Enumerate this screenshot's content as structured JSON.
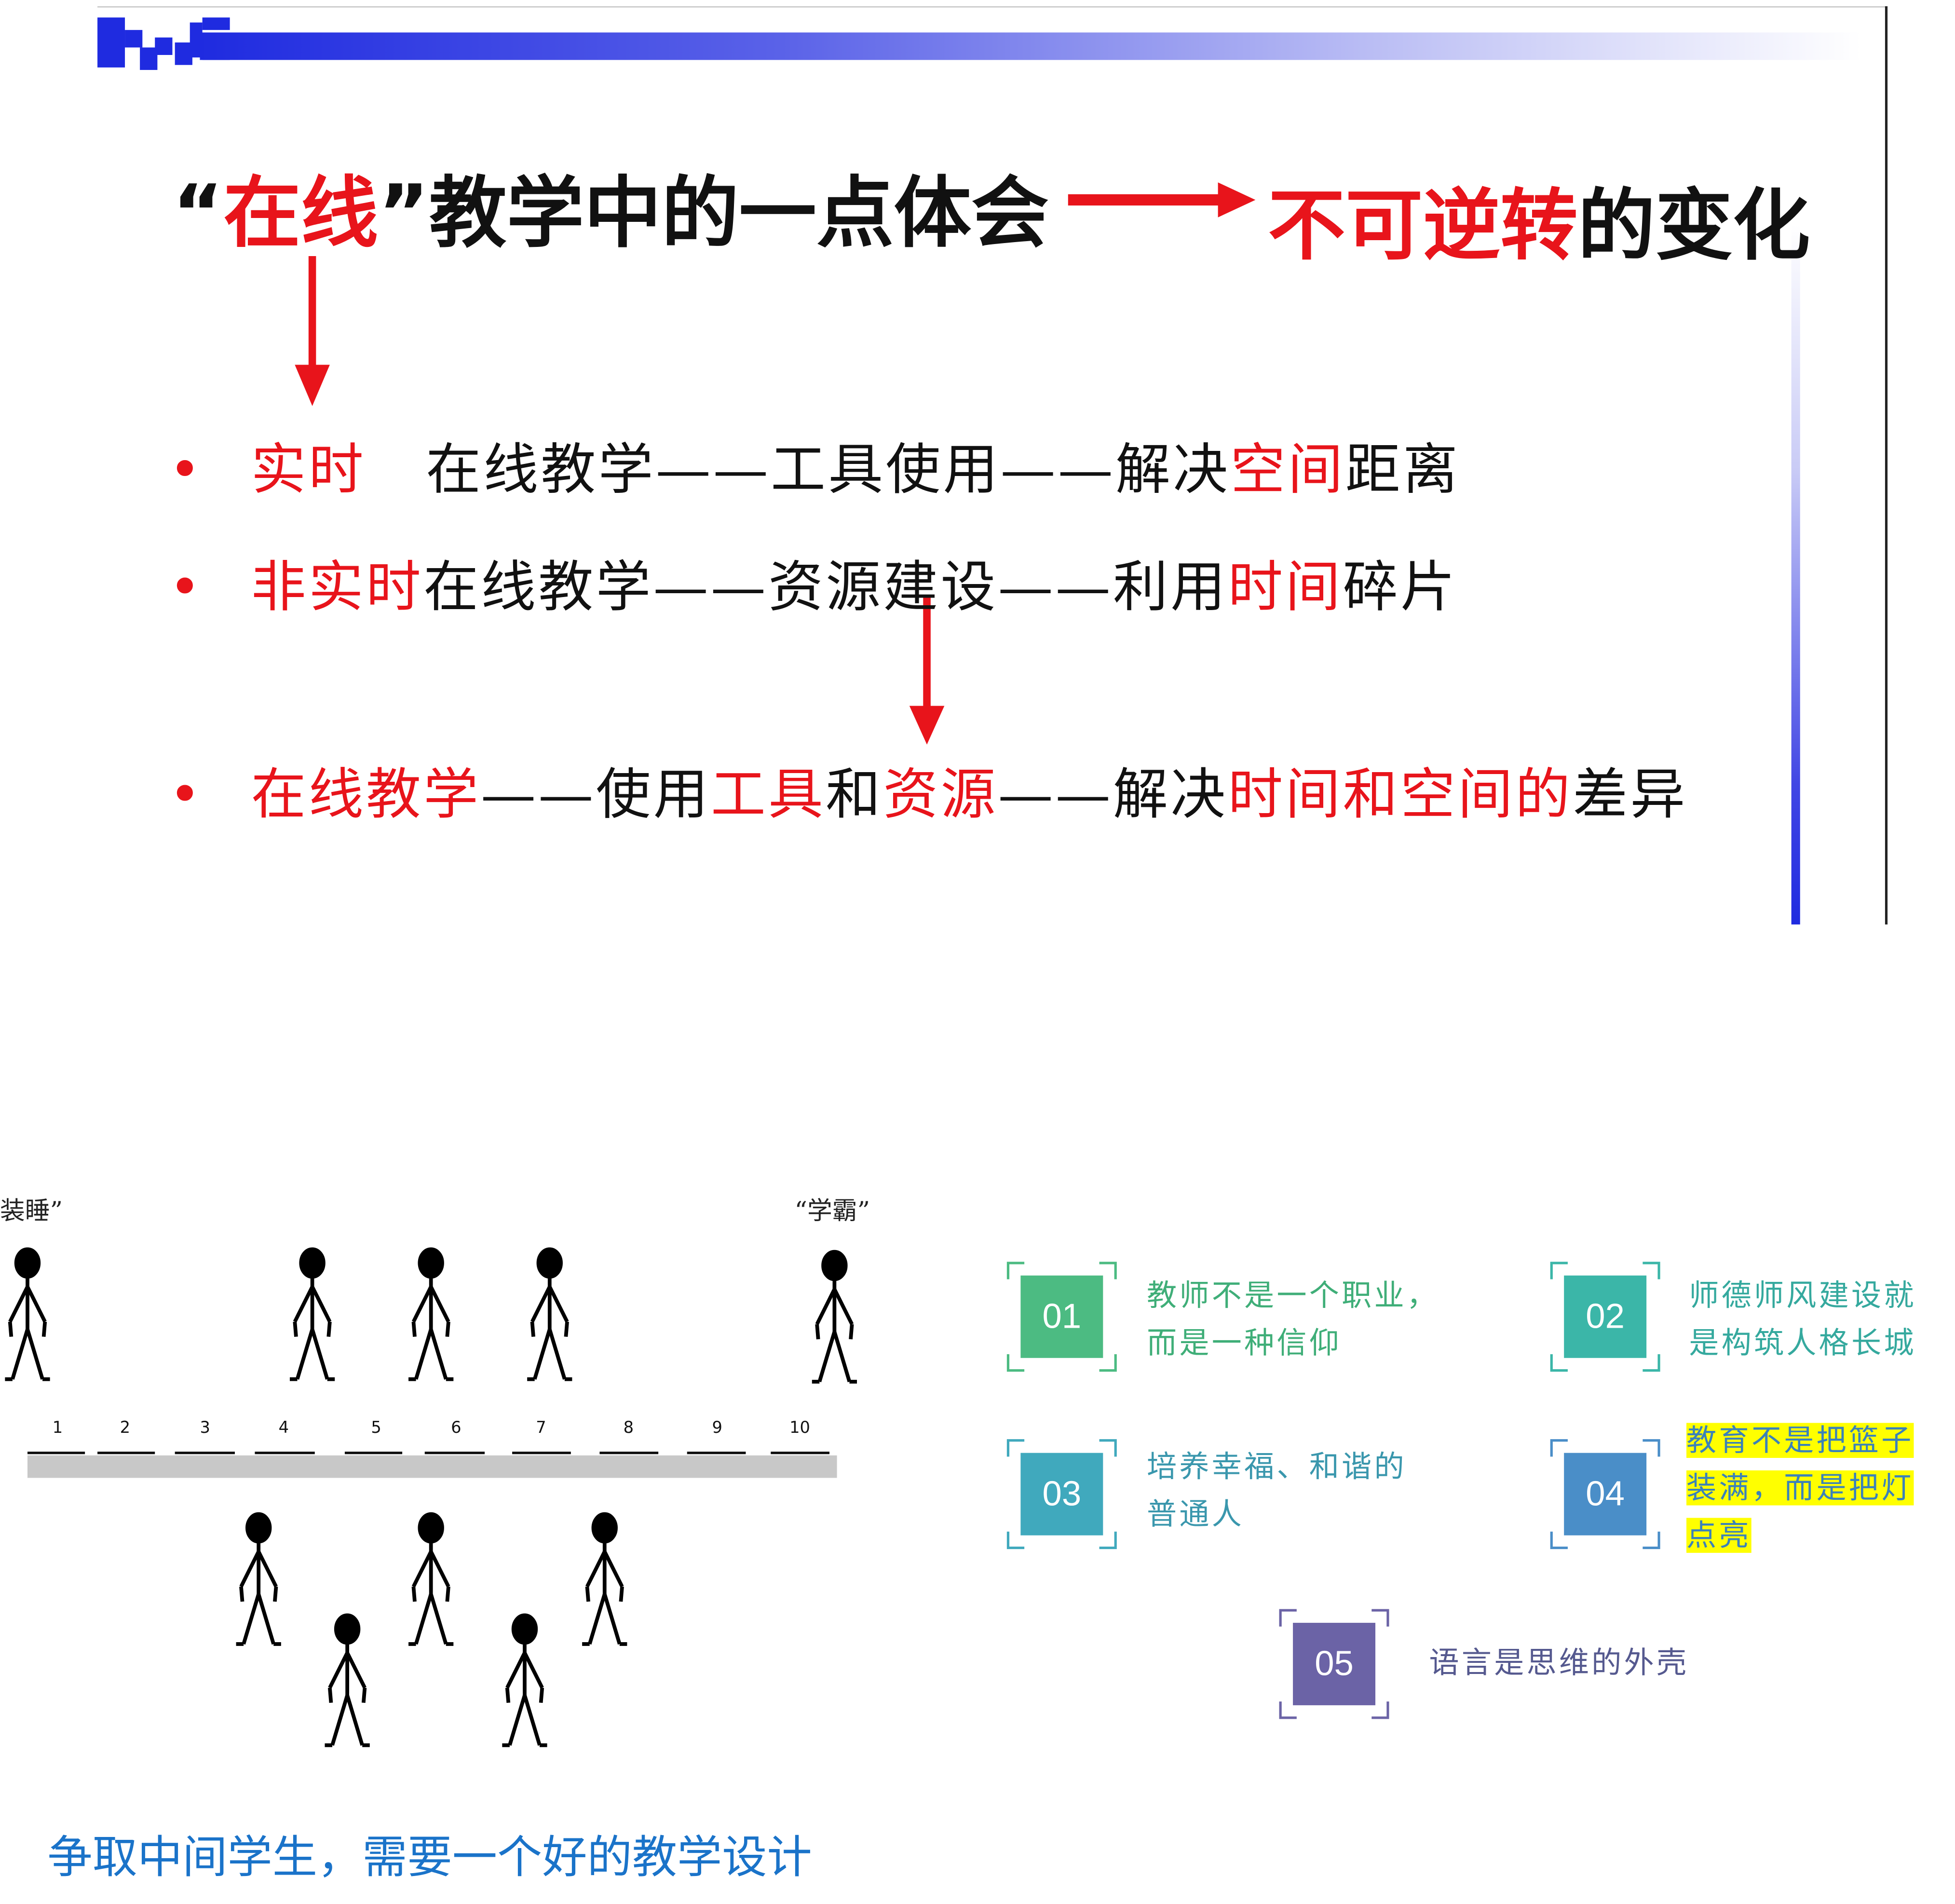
{
  "top_slide": {
    "title_quote_open": "“",
    "title_red": "在线",
    "title_quote_close": "”",
    "title_rest": "教学中的一点体会",
    "result_red": "不可逆转",
    "result_black": "的变化",
    "bullets": [
      {
        "segments": [
          {
            "text": "实时",
            "red": true
          },
          {
            "text": "   在线教学——工具使用——解决",
            "red": false
          },
          {
            "text": "空间",
            "red": true
          },
          {
            "text": "距离",
            "red": false
          }
        ]
      },
      {
        "segments": [
          {
            "text": "非实时",
            "red": true
          },
          {
            "text": "在线教学——资源建设——利用",
            "red": false
          },
          {
            "text": "时间",
            "red": true
          },
          {
            "text": "碎片",
            "red": false
          }
        ]
      },
      {
        "segments": [
          {
            "text": "在线教学",
            "red": true
          },
          {
            "text": "——使用",
            "red": false
          },
          {
            "text": "工具",
            "red": true
          },
          {
            "text": "和",
            "red": false
          },
          {
            "text": "资源",
            "red": true
          },
          {
            "text": "——解决",
            "red": false
          },
          {
            "text": "时间和空间的",
            "red": true
          },
          {
            "text": "差异",
            "red": false
          }
        ]
      }
    ],
    "colors": {
      "accent_red": "#e8141b",
      "bar_blue": "#1f2be0"
    }
  },
  "stick_figure_slide": {
    "left_caption": "装睡”",
    "right_caption": "“学霸”",
    "scale_numbers": [
      "1",
      "2",
      "3",
      "4",
      "5",
      "6",
      "7",
      "8",
      "9",
      "10"
    ],
    "bottom_title": "争取中间学生，需要一个好的教学设计"
  },
  "principles_slide": {
    "items": [
      {
        "num": "01",
        "lines": [
          "教师不是一个职业，",
          "而是一种信仰"
        ],
        "color": "#4cbb82",
        "text_color": "#3fae78",
        "highlight": false
      },
      {
        "num": "02",
        "lines": [
          "师德师风建设就",
          "是构筑人格长城"
        ],
        "color": "#3bb6a8",
        "text_color": "#35a99e",
        "highlight": false
      },
      {
        "num": "03",
        "lines": [
          "培养幸福、和谐的",
          "普通人"
        ],
        "color": "#40a9bd",
        "text_color": "#3a97ad",
        "highlight": false
      },
      {
        "num": "04",
        "lines": [
          "教育不是把篮子",
          "装满，而是把灯",
          "点亮"
        ],
        "color": "#4a8ec8",
        "text_color": "#3b82b9",
        "highlight": true
      },
      {
        "num": "05",
        "lines": [
          "语言是思维的外壳"
        ],
        "color": "#6b63a6",
        "text_color": "#55598f",
        "highlight": false
      }
    ]
  }
}
